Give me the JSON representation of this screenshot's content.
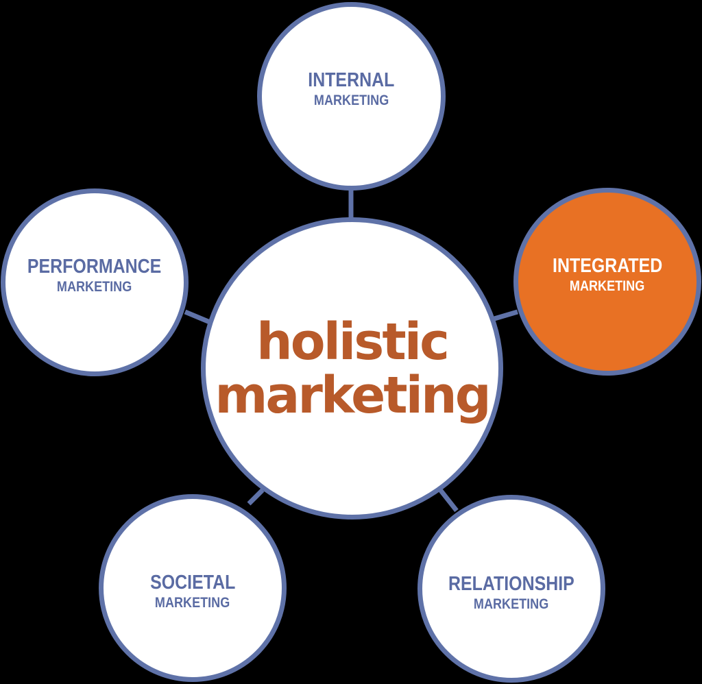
{
  "colors": {
    "background": "#000000",
    "stroke": "#5f72a8",
    "satellite_text": "#5a6ba3",
    "highlight_fill": "#e87124",
    "highlight_text": "#ffffff",
    "circle_fill": "#ffffff",
    "center_text": "#b85a2a"
  },
  "center": {
    "line1": "holistic",
    "line2": "marketing"
  },
  "nodes": [
    {
      "id": "internal",
      "title": "INTERNAL",
      "subtitle": "MARKETING",
      "highlighted": false
    },
    {
      "id": "integrated",
      "title": "INTEGRATED",
      "subtitle": "MARKETING",
      "highlighted": true
    },
    {
      "id": "relationship",
      "title": "RELATIONSHIP",
      "subtitle": "MARKETING",
      "highlighted": false
    },
    {
      "id": "societal",
      "title": "SOCIETAL",
      "subtitle": "MARKETING",
      "highlighted": false
    },
    {
      "id": "performance",
      "title": "PERFORMANCE",
      "subtitle": "MARKETING",
      "highlighted": false
    }
  ]
}
